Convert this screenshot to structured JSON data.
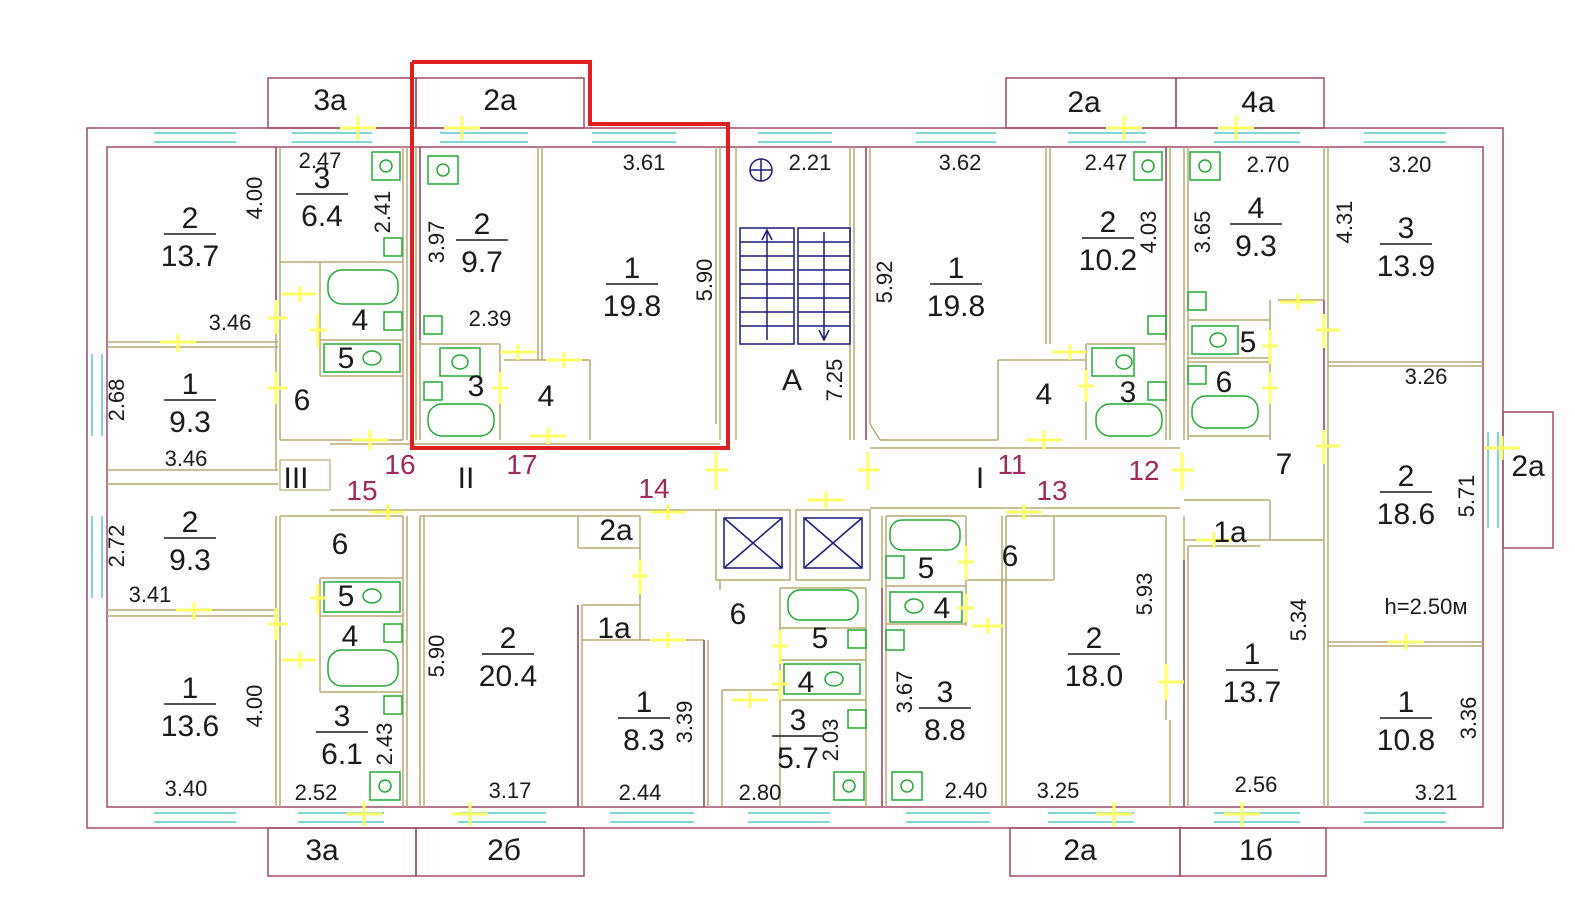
{
  "colors": {
    "outer_wall": "#a04a6a",
    "inner_wall": "#b8a870",
    "window": "#7fd6d6",
    "door": "#ffff66",
    "fixture": "#22aa33",
    "stair": "#1a1a7a",
    "highlight": "#e02020"
  },
  "rooms": [
    {
      "id": "r1",
      "num": "2",
      "area": "13.7"
    },
    {
      "id": "r2",
      "num": "3",
      "area": "6.4"
    },
    {
      "id": "r3",
      "num": "2",
      "area": "9.7"
    },
    {
      "id": "r4",
      "num": "1",
      "area": "19.8"
    },
    {
      "id": "r5",
      "num": "1",
      "area": "19.8"
    },
    {
      "id": "r6",
      "num": "2",
      "area": "10.2"
    },
    {
      "id": "r7",
      "num": "4",
      "area": "9.3"
    },
    {
      "id": "r8",
      "num": "3",
      "area": "13.9"
    },
    {
      "id": "r9",
      "num": "1",
      "area": "9.3"
    },
    {
      "id": "r10",
      "num": "2",
      "area": "9.3"
    },
    {
      "id": "r11",
      "num": "1",
      "area": "13.6"
    },
    {
      "id": "r12",
      "num": "3",
      "area": "6.1"
    },
    {
      "id": "r13",
      "num": "2",
      "area": "20.4"
    },
    {
      "id": "r14",
      "num": "1",
      "area": "8.3"
    },
    {
      "id": "r15",
      "num": "3",
      "area": "5.7"
    },
    {
      "id": "r16",
      "num": "3",
      "area": "8.8"
    },
    {
      "id": "r17",
      "num": "2",
      "area": "18.0"
    },
    {
      "id": "r18",
      "num": "1",
      "area": "13.7"
    },
    {
      "id": "r19",
      "num": "2",
      "area": "18.6"
    },
    {
      "id": "r20",
      "num": "1",
      "area": "10.8"
    }
  ],
  "small_labels": [
    {
      "id": "s1",
      "text": "4"
    },
    {
      "id": "s2",
      "text": "5"
    },
    {
      "id": "s3",
      "text": "6"
    },
    {
      "id": "s4",
      "text": "3"
    },
    {
      "id": "s5",
      "text": "4"
    },
    {
      "id": "s6",
      "text": "4"
    },
    {
      "id": "s7",
      "text": "3"
    },
    {
      "id": "s8",
      "text": "5"
    },
    {
      "id": "s9",
      "text": "6"
    },
    {
      "id": "s10",
      "text": "7"
    },
    {
      "id": "s11",
      "text": "6"
    },
    {
      "id": "s12",
      "text": "5"
    },
    {
      "id": "s13",
      "text": "4"
    },
    {
      "id": "s14",
      "text": "2а"
    },
    {
      "id": "s15",
      "text": "1а"
    },
    {
      "id": "s16",
      "text": "6"
    },
    {
      "id": "s17",
      "text": "5"
    },
    {
      "id": "s18",
      "text": "4"
    },
    {
      "id": "s19",
      "text": "5"
    },
    {
      "id": "s20",
      "text": "4"
    },
    {
      "id": "s21",
      "text": "6"
    },
    {
      "id": "s22",
      "text": "1а"
    },
    {
      "id": "s23",
      "text": "A"
    },
    {
      "id": "s24",
      "text": "I"
    },
    {
      "id": "s25",
      "text": "II"
    },
    {
      "id": "s26",
      "text": "III"
    }
  ],
  "corridor_labels": [
    {
      "id": "c1",
      "text": "15"
    },
    {
      "id": "c2",
      "text": "16"
    },
    {
      "id": "c3",
      "text": "17"
    },
    {
      "id": "c4",
      "text": "14"
    },
    {
      "id": "c5",
      "text": "11"
    },
    {
      "id": "c6",
      "text": "13"
    },
    {
      "id": "c7",
      "text": "12"
    }
  ],
  "balconies": [
    {
      "id": "b1",
      "text": "3а"
    },
    {
      "id": "b2",
      "text": "2а"
    },
    {
      "id": "b3",
      "text": "2а"
    },
    {
      "id": "b4",
      "text": "4а"
    },
    {
      "id": "b5",
      "text": "2а"
    },
    {
      "id": "b6",
      "text": "3а"
    },
    {
      "id": "b7",
      "text": "2б"
    },
    {
      "id": "b8",
      "text": "2а"
    },
    {
      "id": "b9",
      "text": "1б"
    }
  ],
  "dimensions": [
    {
      "id": "d1",
      "text": "2.47"
    },
    {
      "id": "d2",
      "text": "4.00"
    },
    {
      "id": "d3",
      "text": "2.41"
    },
    {
      "id": "d4",
      "text": "3.46"
    },
    {
      "id": "d5",
      "text": "3.97"
    },
    {
      "id": "d6",
      "text": "2.39"
    },
    {
      "id": "d7",
      "text": "3.61"
    },
    {
      "id": "d8",
      "text": "5.90"
    },
    {
      "id": "d9",
      "text": "2.21"
    },
    {
      "id": "d10",
      "text": "7.25"
    },
    {
      "id": "d11",
      "text": "3.62"
    },
    {
      "id": "d12",
      "text": "5.92"
    },
    {
      "id": "d13",
      "text": "2.47"
    },
    {
      "id": "d14",
      "text": "4.03"
    },
    {
      "id": "d15",
      "text": "3.65"
    },
    {
      "id": "d16",
      "text": "2.70"
    },
    {
      "id": "d17",
      "text": "4.31"
    },
    {
      "id": "d18",
      "text": "3.20"
    },
    {
      "id": "d19",
      "text": "3.26"
    },
    {
      "id": "d20",
      "text": "5.71"
    },
    {
      "id": "d21",
      "text": "2.68"
    },
    {
      "id": "d22",
      "text": "3.46"
    },
    {
      "id": "d23",
      "text": "2.72"
    },
    {
      "id": "d24",
      "text": "3.41"
    },
    {
      "id": "d25",
      "text": "4.00"
    },
    {
      "id": "d26",
      "text": "3.40"
    },
    {
      "id": "d27",
      "text": "2.43"
    },
    {
      "id": "d28",
      "text": "2.52"
    },
    {
      "id": "d29",
      "text": "5.90"
    },
    {
      "id": "d30",
      "text": "3.17"
    },
    {
      "id": "d31",
      "text": "3.39"
    },
    {
      "id": "d32",
      "text": "2.44"
    },
    {
      "id": "d33",
      "text": "2.03"
    },
    {
      "id": "d34",
      "text": "2.80"
    },
    {
      "id": "d35",
      "text": "3.67"
    },
    {
      "id": "d36",
      "text": "2.40"
    },
    {
      "id": "d37",
      "text": "5.93"
    },
    {
      "id": "d38",
      "text": "3.25"
    },
    {
      "id": "d39",
      "text": "5.34"
    },
    {
      "id": "d40",
      "text": "2.56"
    },
    {
      "id": "d41",
      "text": "3.36"
    },
    {
      "id": "d42",
      "text": "3.21"
    }
  ],
  "ceiling_height": "h=2.50м",
  "balcony_right": "2а"
}
